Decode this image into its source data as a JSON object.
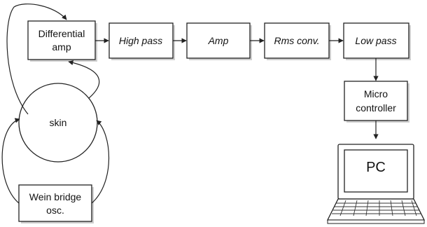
{
  "diagram": {
    "blocks": {
      "diff_amp": [
        "Differential",
        "amp"
      ],
      "high_pass": "High pass",
      "amp": "Amp",
      "rms_conv": "Rms conv.",
      "low_pass": "Low pass",
      "micro": [
        "Micro",
        "controller"
      ],
      "skin": "skin",
      "wein": [
        "Wein bridge",
        "osc."
      ],
      "pc": "PC"
    },
    "connections": [
      [
        "Differential amp",
        "High pass"
      ],
      [
        "High pass",
        "Amp"
      ],
      [
        "Amp",
        "Rms conv."
      ],
      [
        "Rms conv.",
        "Low pass"
      ],
      [
        "Low pass",
        "Micro controller"
      ],
      [
        "Micro controller",
        "PC"
      ],
      [
        "skin",
        "Differential amp"
      ],
      [
        "Wein bridge osc.",
        "skin"
      ]
    ]
  }
}
